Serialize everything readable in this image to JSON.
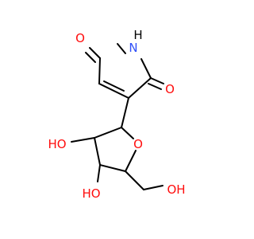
{
  "molecule": {
    "colors": {
      "bond": "#000000",
      "oxygen": "#ff0d0d",
      "nitrogen": "#3050f8",
      "hydrogen_on_n": "#000000"
    },
    "atoms": {
      "o_top": "O",
      "n_h": "H",
      "n": "N",
      "o_right": "O",
      "ho_left": "HO",
      "o_ring": "O",
      "ho_bottom": "HO",
      "oh_right": "OH"
    }
  }
}
